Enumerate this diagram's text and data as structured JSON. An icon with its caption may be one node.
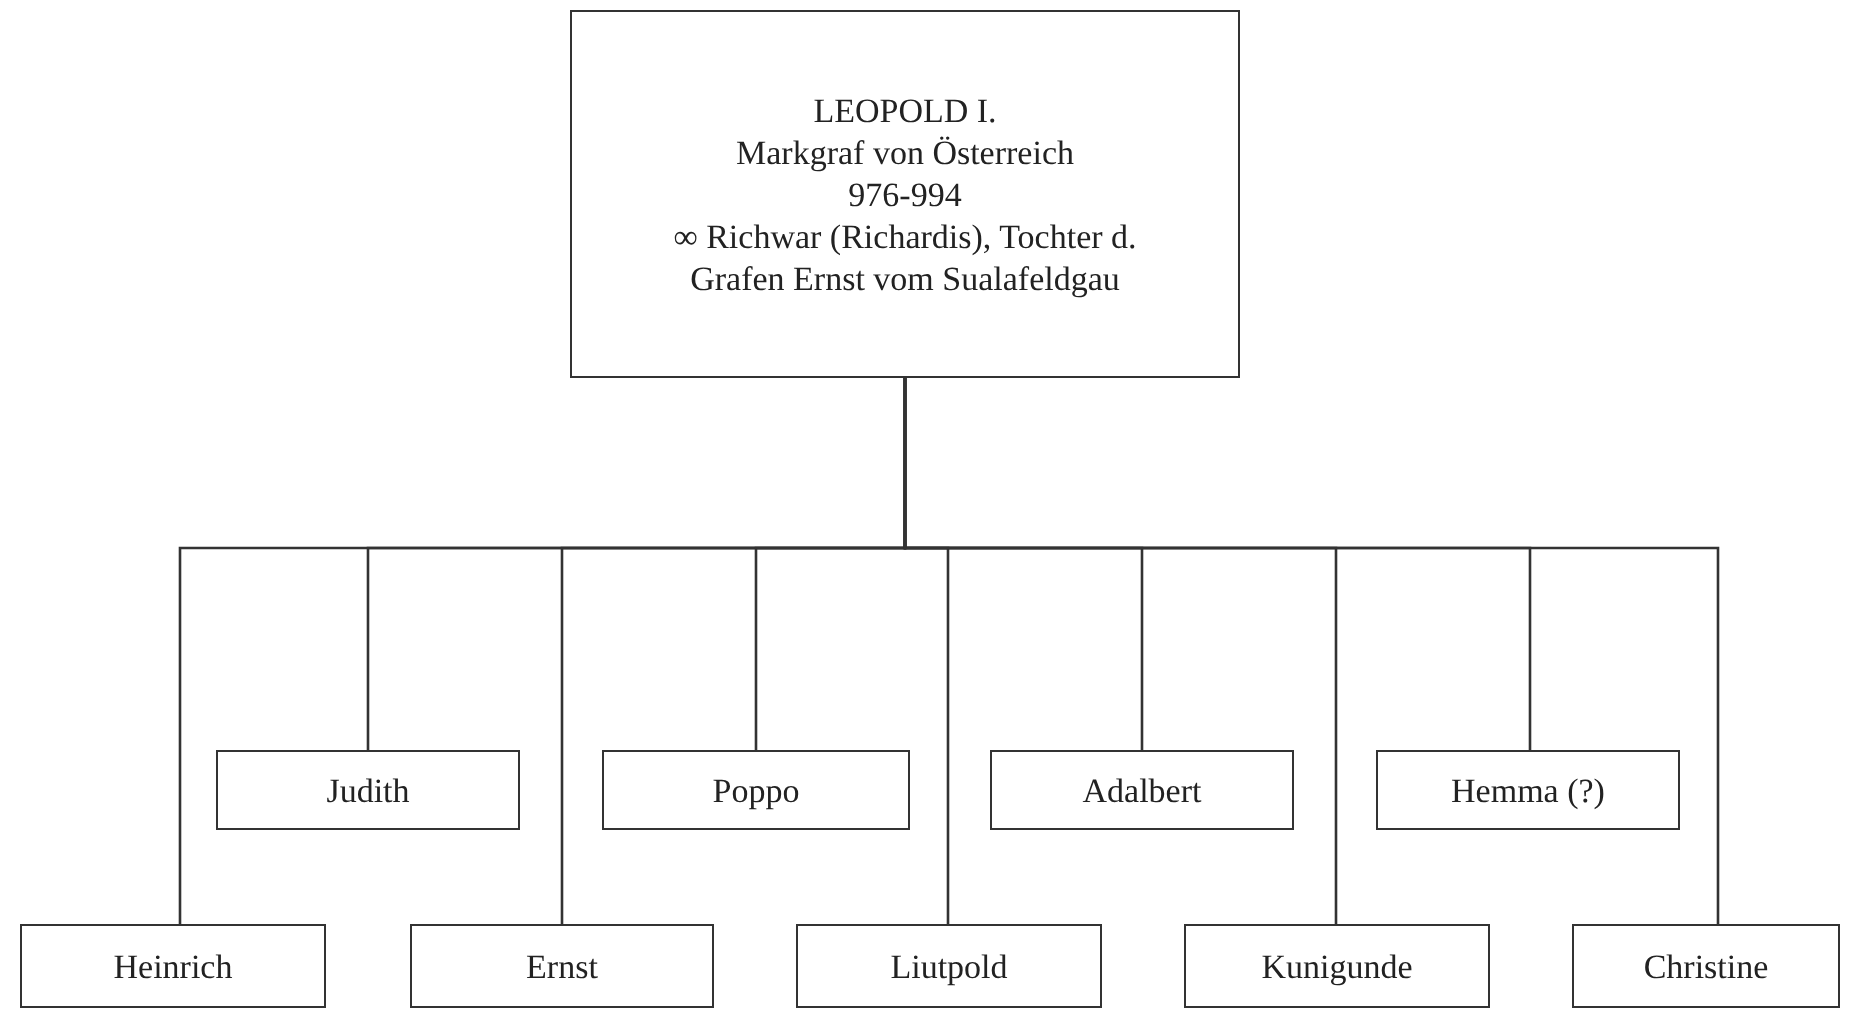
{
  "diagram": {
    "nodes": [
      {
        "text": [
          "LEOPOLD I.",
          "Markgraf von Österreich",
          "976-994",
          "∞ Richwar (Richardis), Tochter d. Grafen Ernst vom Sualafeldgau"
        ]
      },
      {
        "text": [
          "Heinrich"
        ]
      },
      {
        "text": [
          "Judith"
        ]
      },
      {
        "text": [
          "Ernst"
        ]
      },
      {
        "text": [
          "Poppo"
        ]
      },
      {
        "text": [
          "Liutpold"
        ]
      },
      {
        "text": [
          "Adalbert"
        ]
      },
      {
        "text": [
          "Kunigunde"
        ]
      },
      {
        "text": [
          "Hemma (?)"
        ]
      },
      {
        "text": [
          "Christine"
        ]
      }
    ],
    "edges": [
      {
        "from": 0,
        "to": 1,
        "arrow": "none"
      },
      {
        "from": 0,
        "to": 2,
        "arrow": "none"
      },
      {
        "from": 0,
        "to": 3,
        "arrow": "none"
      },
      {
        "from": 0,
        "to": 4,
        "arrow": "none"
      },
      {
        "from": 0,
        "to": 5,
        "arrow": "none"
      },
      {
        "from": 0,
        "to": 6,
        "arrow": "none"
      },
      {
        "from": 0,
        "to": 7,
        "arrow": "none"
      },
      {
        "from": 0,
        "to": 8,
        "arrow": "none"
      },
      {
        "from": 0,
        "to": 9,
        "arrow": "none"
      }
    ]
  }
}
